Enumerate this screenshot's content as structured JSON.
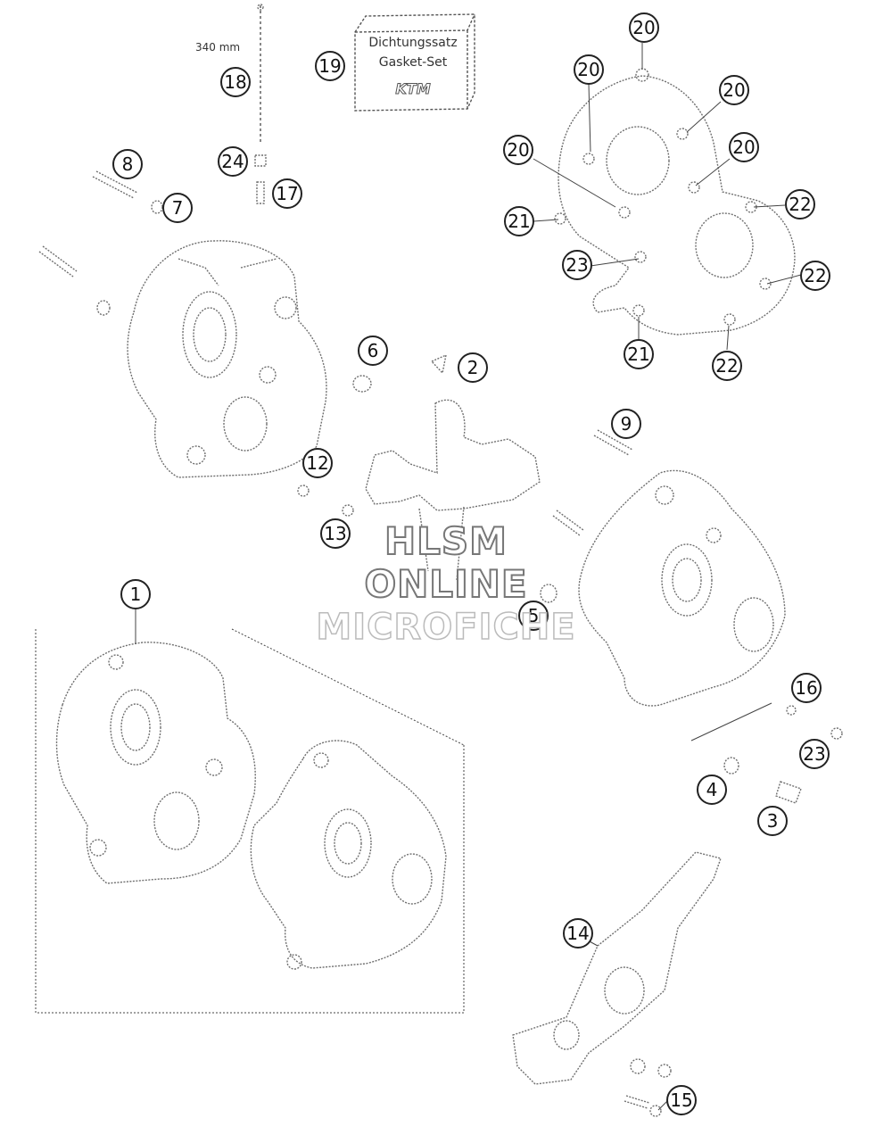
{
  "watermark": {
    "line1": "HLSM",
    "line2": "ONLINE",
    "line3": "MICROFICHE"
  },
  "gasket_set": {
    "line1": "Dichtungssatz",
    "line2": "Gasket-Set",
    "logo": "KTM"
  },
  "length_label": "340 mm",
  "callouts": {
    "c1": "1",
    "c2": "2",
    "c3": "3",
    "c4": "4",
    "c5": "5",
    "c6": "6",
    "c7": "7",
    "c8": "8",
    "c9": "9",
    "c12": "12",
    "c13": "13",
    "c14": "14",
    "c15": "15",
    "c16": "16",
    "c17": "17",
    "c18": "18",
    "c19": "19",
    "c20a": "20",
    "c20b": "20",
    "c20c": "20",
    "c20d": "20",
    "c20e": "20",
    "c21a": "21",
    "c21b": "21",
    "c22a": "22",
    "c22b": "22",
    "c22c": "22",
    "c23a": "23",
    "c23b": "23",
    "c24": "24"
  }
}
